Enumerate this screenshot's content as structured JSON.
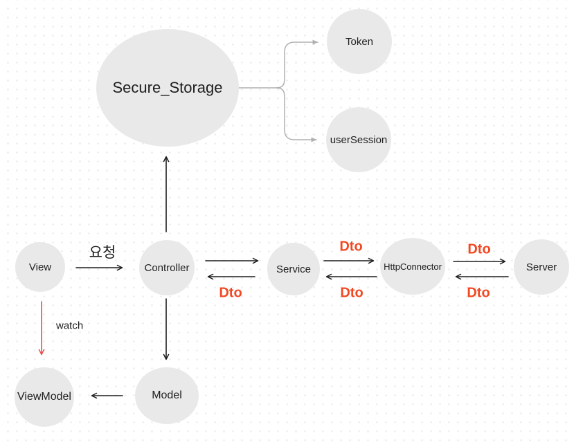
{
  "colors": {
    "node_fill": "#e9e9e9",
    "text_dark": "#1e1e1e",
    "arrow_black": "#1c1c1c",
    "arrow_red": "#ee4b4b",
    "connector_gray": "#b0b0b3",
    "dto_red": "#f24822",
    "dot_color": "#e4e4e8"
  },
  "diagram": {
    "nodes": {
      "secure_storage": {
        "label": "Secure_Storage"
      },
      "token": {
        "label": "Token"
      },
      "user_session": {
        "label": "userSession"
      },
      "view": {
        "label": "View"
      },
      "controller": {
        "label": "Controller"
      },
      "service": {
        "label": "Service"
      },
      "http_connector": {
        "label": "HttpConnector"
      },
      "server": {
        "label": "Server"
      },
      "view_model": {
        "label": "ViewModel"
      },
      "model": {
        "label": "Model"
      }
    },
    "edge_labels": {
      "request": "요청",
      "watch": "watch",
      "dto_service_to_controller": "Dto",
      "dto_service_to_connector": "Dto",
      "dto_connector_to_service": "Dto",
      "dto_connector_to_server": "Dto",
      "dto_server_to_connector": "Dto"
    },
    "edges": [
      {
        "from": "view",
        "to": "controller",
        "label": "요청",
        "style": "black"
      },
      {
        "from": "controller",
        "to": "service",
        "label": "",
        "style": "black"
      },
      {
        "from": "service",
        "to": "controller",
        "label": "Dto",
        "style": "black"
      },
      {
        "from": "service",
        "to": "http_connector",
        "label": "Dto",
        "style": "black"
      },
      {
        "from": "http_connector",
        "to": "service",
        "label": "Dto",
        "style": "black"
      },
      {
        "from": "http_connector",
        "to": "server",
        "label": "Dto",
        "style": "black"
      },
      {
        "from": "server",
        "to": "http_connector",
        "label": "Dto",
        "style": "black"
      },
      {
        "from": "controller",
        "to": "secure_storage",
        "label": "",
        "style": "black"
      },
      {
        "from": "controller",
        "to": "model",
        "label": "",
        "style": "black"
      },
      {
        "from": "view",
        "to": "view_model",
        "label": "watch",
        "style": "red"
      },
      {
        "from": "model",
        "to": "view_model",
        "label": "",
        "style": "black"
      },
      {
        "from": "secure_storage",
        "to": "token",
        "label": "",
        "style": "gray"
      },
      {
        "from": "secure_storage",
        "to": "user_session",
        "label": "",
        "style": "gray"
      }
    ]
  }
}
